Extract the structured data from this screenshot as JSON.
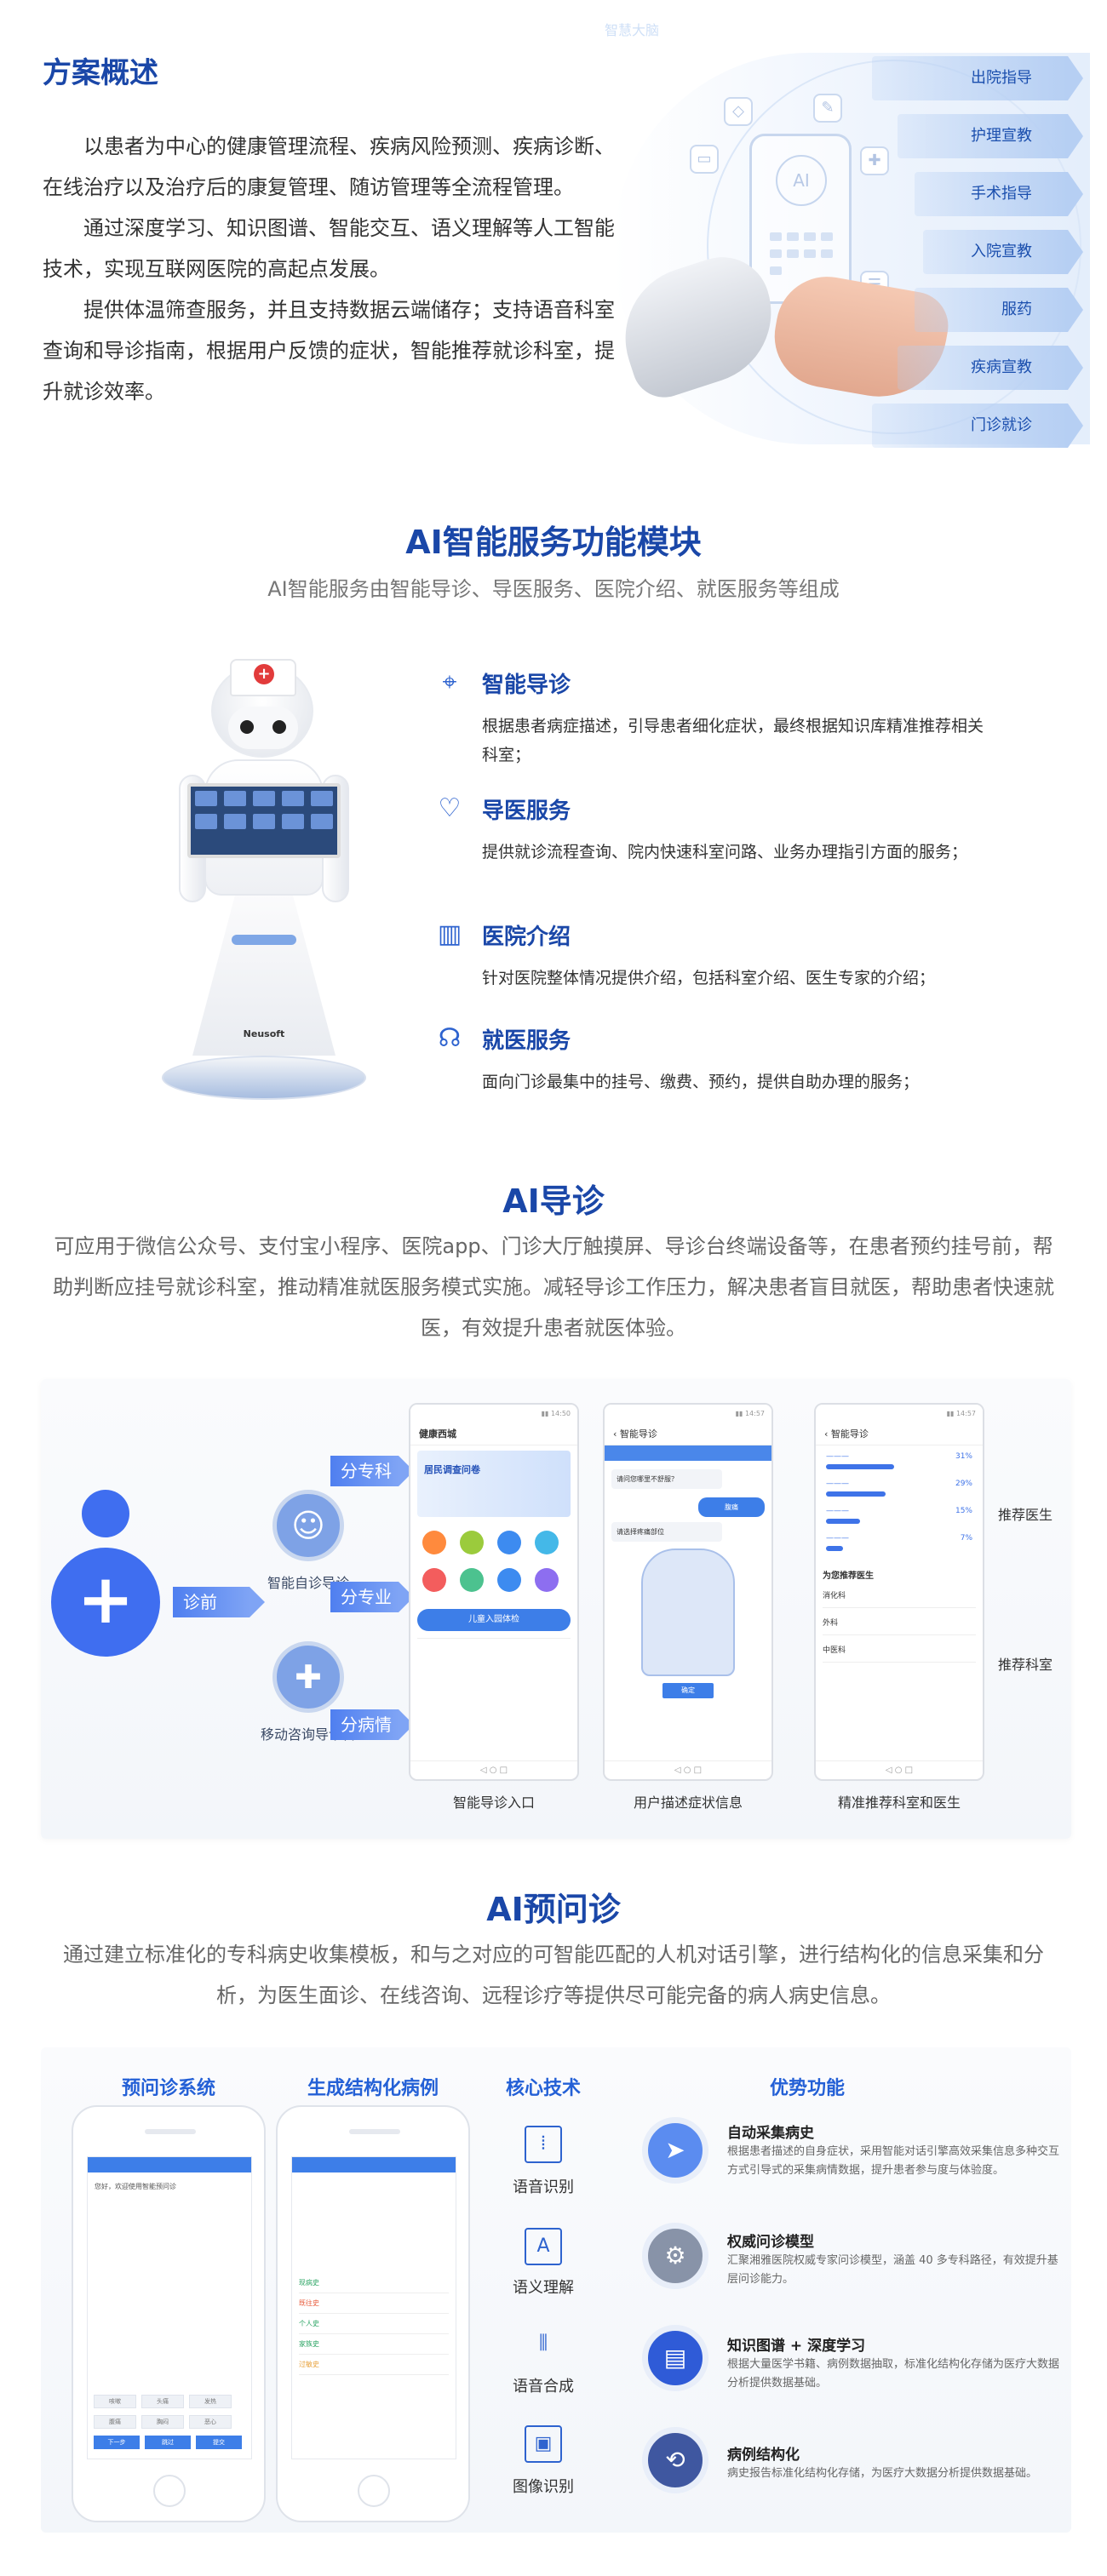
{
  "s1": {
    "title": "方案概述",
    "topword": "智慧大脑",
    "paragraphs": [
      "以患者为中心的健康管理流程、疾病风险预测、疾病诊断、在线治疗以及治疗后的康复管理、随访管理等全流程管理。",
      "通过深度学习、知识图谱、智能交互、语义理解等人工智能技术，实现互联网医院的高起点发展。",
      "提供体温筛查服务，并且支持数据云端储存；支持语音科室查询和导诊指南，根据用户反馈的症状，智能推荐就诊科室，提升就诊效率。"
    ],
    "pills": [
      "出院指导",
      "护理宣教",
      "手术指导",
      "入院宣教",
      "服药",
      "疾病宣教",
      "门诊就诊"
    ],
    "ai_label": "AI"
  },
  "s2": {
    "title": "AI智能服务功能模块",
    "subtitle": "AI智能服务由智能导诊、导医服务、医院介绍、就医服务等组成",
    "robot_brand": "Neusoft",
    "features": [
      {
        "title": "智能导诊",
        "desc": "根据患者病症描述，引导患者细化症状，最终根据知识库精准推荐相关科室；",
        "icon": "location-pin-icon"
      },
      {
        "title": "导医服务",
        "desc": "提供就诊流程查询、院内快速科室问路、业务办理指引方面的服务；",
        "icon": "hand-heart-icon"
      },
      {
        "title": "医院介绍",
        "desc": "针对医院整体情况提供介绍，包括科室介绍、医生专家的介绍；",
        "icon": "building-icon"
      },
      {
        "title": "就医服务",
        "desc": "面向门诊最集中的挂号、缴费、预约，提供自助办理的服务；",
        "icon": "stethoscope-icon"
      }
    ]
  },
  "s3": {
    "title": "AI导诊",
    "desc": "可应用于微信公众号、支付宝小程序、医院app、门诊大厅触摸屏、导诊台终端设备等，在患者预约挂号前，帮助判断应挂号就诊科室，推动精准就医服务模式实施。减轻导诊工作压力，解决患者盲目就医，帮助患者快速就医，有效提升患者就医体验。",
    "pre_label": "诊前",
    "kiosk_label": "智能自诊导诊",
    "mobile_label": "移动咨询导诊台",
    "arrows": [
      "分专科",
      "分专业",
      "分病情"
    ],
    "phone1": {
      "title": "健康西城",
      "banner": "居民调查问卷",
      "cta": "儿童入园体检",
      "caption": "智能导诊入口"
    },
    "phone2": {
      "title": "智能导诊",
      "q1": "请问您哪里不舒服？",
      "ans": "腹痛",
      "q2": "请选择疼痛部位",
      "btn": "确定",
      "caption": "用户描述症状信息"
    },
    "phone3": {
      "title": "智能导诊",
      "header": "为您推荐医生",
      "depts": [
        "消化科",
        "外科",
        "中医科"
      ],
      "caption": "精准推荐科室和医生"
    },
    "side_labels": [
      "推荐医生",
      "推荐科室"
    ]
  },
  "s4": {
    "title": "AI预问诊",
    "desc": "通过建立标准化的专科病史收集模板，和与之对应的可智能匹配的人机对话引擎，进行结构化的信息采集和分析，为医生面诊、在线咨询、远程诊疗等提供尽可能完备的病人病史信息。",
    "col_heads": [
      "预问诊系统",
      "生成结构化病例",
      "核心技术",
      "优势功能"
    ],
    "techs": [
      {
        "label": "语音识别",
        "icon": "voice-scan-icon"
      },
      {
        "label": "语义理解",
        "icon": "semantic-icon"
      },
      {
        "label": "语音合成",
        "icon": "waveform-icon"
      },
      {
        "label": "图像识别",
        "icon": "image-scan-icon"
      }
    ],
    "advantages": [
      {
        "title": "自动采集病史",
        "desc": "根据患者描述的自身症状，采用智能对话引擎高效采集信息多种交互方式引导式的采集病情数据，提升患者参与度与体验度。",
        "icon": "paper-plane-icon",
        "color": "#5b8cf0"
      },
      {
        "title": "权威问诊模型",
        "desc": "汇聚湘雅医院权威专家问诊模型，涵盖 40 多专科路径，有效提升基层问诊能力。",
        "icon": "gear-icon",
        "color": "#8893a8"
      },
      {
        "title": "知识图谱 + 深度学习",
        "desc": "根据大量医学书籍、病例数据抽取，标准化结构化存储为医疗大数据分析提供数据基础。",
        "icon": "book-icon",
        "color": "#2f5bd7"
      },
      {
        "title": "病例结构化",
        "desc": "病史报告标准化结构化存储，为医疗大数据分析提供数据基础。",
        "icon": "network-icon",
        "color": "#3f57a0"
      }
    ],
    "phone_chat": "您好，欢迎使用智能预问诊",
    "chips": [
      "咳嗽",
      "头痛",
      "发热",
      "腹痛",
      "胸闷",
      "恶心"
    ],
    "btns": [
      "下一步",
      "跳过",
      "提交"
    ],
    "record_rows": [
      "现病史",
      "既往史",
      "个人史",
      "家族史",
      "过敏史"
    ]
  }
}
